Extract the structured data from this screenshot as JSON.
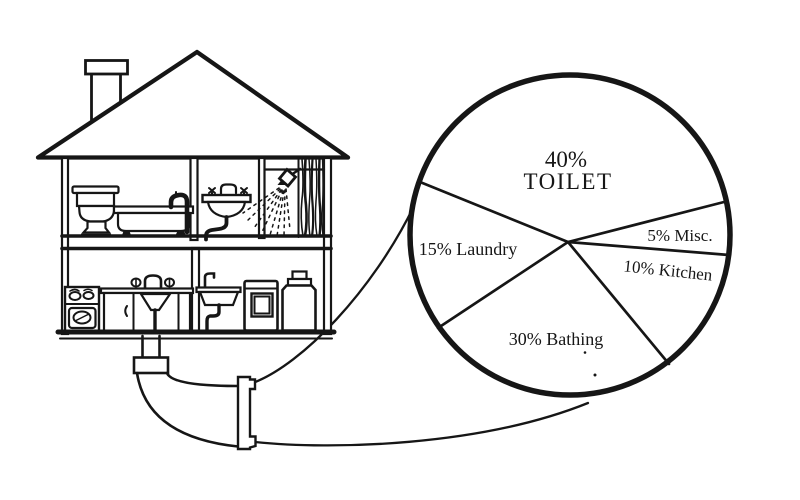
{
  "figure": {
    "ink_color": "#161616",
    "background_color": "#ffffff",
    "illustration_icons": [
      "house-cutaway-icon",
      "roof-icon",
      "chimney-icon",
      "toilet-icon",
      "bathtub-icon",
      "bathroom-sink-icon",
      "shower-icon",
      "shower-curtain-icon",
      "stove-icon",
      "kitchen-sink-icon",
      "utility-sink-icon",
      "washing-machine-icon",
      "water-heater-icon",
      "drain-pipe-icon",
      "sewer-pipe-flange-icon",
      "funnel-lines-icon"
    ]
  },
  "chart_data": {
    "type": "pie",
    "labels_inside": true,
    "legend": "none",
    "slices": [
      {
        "label": "Toilet",
        "pct": 40,
        "display_line1": "40%",
        "display_line2": "TOILET"
      },
      {
        "label": "Misc.",
        "pct": 5,
        "display": "5% Misc."
      },
      {
        "label": "Kitchen",
        "pct": 10,
        "display": "10% Kitchen"
      },
      {
        "label": "Bathing",
        "pct": 30,
        "display": "30% Bathing"
      },
      {
        "label": "Laundry",
        "pct": 15,
        "display": "15% Laundry"
      }
    ]
  }
}
